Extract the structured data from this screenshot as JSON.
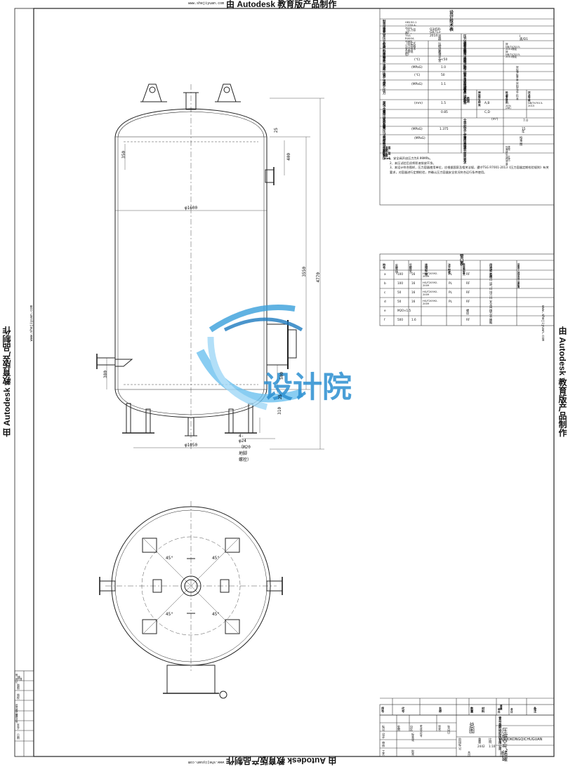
{
  "watermark": {
    "text": "由 Autodesk 教育版产品制作",
    "url": "www.shejiyuan.com"
  },
  "logo": {
    "text": "设计院"
  },
  "design_table": {
    "title": "设 计 技 术 表",
    "standard_label": "制造规范",
    "standard_value": "GB150.1～150.4-2011《压力容器》，TSG R0004-2009《固定式压力容器安全技术监察规程》",
    "material_label": "主要受压元件材料标准",
    "material_value": "Q345R-GB713-2014",
    "col_vessel": "容 器",
    "category_label": "压力容器类别",
    "category_value": "Ⅰ类/D1",
    "medium_label": "介质",
    "medium_value": "压缩空气",
    "welding_label": "焊条型号",
    "welding_value": "按NB/T47015-2011规定",
    "medium_char_label": "介质特性",
    "medium_char_value": "无毒无害",
    "weld_std_label": "焊接规程",
    "weld_std_value": "按NB/T47015-2011规定",
    "work_temp_label": "工作温度",
    "work_temp_unit": "(℃)",
    "work_temp_value": "<50",
    "weld_struct_label": "焊缝结构",
    "work_press_label": "工作压力",
    "work_press_unit": "(MPaG)",
    "work_press_value": "1.0",
    "butt_joint_label": "除注明外角焊缝腰高",
    "butt_joint_value": "按较薄板厚度",
    "design_temp_label": "设计温度",
    "design_temp_unit": "(℃)",
    "design_temp_value": "50",
    "flange_label": "管法兰与接管焊接标准",
    "flange_value": "按相应法兰标准",
    "design_press_label": "设计压力",
    "design_press_unit": "(MPaG)",
    "design_press_value": "1.1",
    "ndt_label": "无损检测",
    "ndt_joint_label": "焊接接头种类",
    "ndt_method_label": "检测方法",
    "ndt_ratio_label": "检测比例",
    "ndt_std_label": "技术等级",
    "corrosion_label": "腐蚀余量",
    "corrosion_unit": "(mm)",
    "corrosion_value": "1.5",
    "ndt_ab": "A,B",
    "ndt_ab_method": "RT-20%(AB)",
    "ndt_ab_std": "NB/T47013-2015",
    "joint_eff_label": "焊接接头系数",
    "joint_eff_value": "0.85",
    "ndt_cd": "C,D",
    "heat_label": "热处理",
    "volume_label": "全容积",
    "volume_unit": "(m³)",
    "volume_value": "7.0",
    "hydro_label": "水压试验压力",
    "hydro_unit": "(MPaG)",
    "hydro_value": "1.375",
    "life_label": "设计使用年限",
    "life_value": "15年",
    "air_test_label": "气密性试验压力",
    "air_test_unit": "(MPaG)",
    "insulation_label": "管口方位",
    "insulation_value": "按本图",
    "coating_label": "保温层厚度/防火层厚度(mm)",
    "coating2_label": "涂装面面要求",
    "coating2_value": "外表面除锈后，涂红丹底漆一道",
    "notes": [
      "注：1、安全阀开启压力为0.99MPa。",
      "2、本压试验后须将积液排放干净。",
      "3、本设计符合图样，压力容器使用单位，应根据国家及相关法规，遵守TSG R7001-2013《压力容器定期检验规则》有关要求，对容器进行定期检验，并确认压力容器安全状况符合运行条件使用。"
    ]
  },
  "nozzle_table": {
    "title": "管 口 表",
    "headers": [
      "符号",
      "公称尺寸",
      "公称压力",
      "连接标准",
      "法兰型式",
      "连接面型式",
      "用途或名称",
      "设备中心线至法兰面距离"
    ],
    "rows": [
      [
        "a",
        "100",
        "16",
        "HG/T20592-2009",
        "PL",
        "RF",
        "进气口",
        ""
      ],
      [
        "b",
        "100",
        "16",
        "HG/T20592-2009",
        "PL",
        "RF",
        "出气口",
        ""
      ],
      [
        "c",
        "50",
        "16",
        "HG/T20592-2009",
        "PL",
        "RF",
        "排污口",
        ""
      ],
      [
        "d",
        "50",
        "16",
        "HG/T20592-2009",
        "PL",
        "RF",
        "安全阀口",
        ""
      ],
      [
        "e",
        "M20×1.5",
        "",
        "",
        "",
        "螺纹",
        "压力表接口",
        ""
      ],
      [
        "f",
        "500",
        "1.6",
        "",
        "",
        "RF",
        "人孔",
        ""
      ]
    ]
  },
  "dimensions": {
    "dia_main": "φ1600",
    "dia_base": "φ1050",
    "h_total": "4770",
    "h_shell": "3550",
    "d_top": "400",
    "d_lug": "350",
    "d_side": "380",
    "d_bottom": "310",
    "d_legs": "4-φ24（M20地脚螺栓）",
    "d_25a": "25",
    "d_25b": "25",
    "d_500": "500",
    "a45": [
      "45°",
      "45°",
      "45°",
      "45°"
    ]
  },
  "title_block": {
    "hdr_no": "序号",
    "hdr_code": "代  号",
    "hdr_name": "名  称",
    "hdr_qty": "数量",
    "hdr_material": "材  料",
    "hdr_unit_wt": "单件",
    "hdr_total_wt": "总计",
    "hdr_weight": "重量",
    "hdr_remark": "备  注",
    "assembly": "总图",
    "company": "青岛泰朗特科技有限公司",
    "drawing_title": "压缩空气储罐",
    "drawing_pinyin": "YASUOKONGQICHUGUAN",
    "row_labels": [
      "标记",
      "处数",
      "分  区",
      "更改文件号",
      "签名",
      "年月日"
    ],
    "design": "设计",
    "review": "审核",
    "process": "工艺",
    "approve": "批准",
    "std": "标准化",
    "stage_label": "阶段标记",
    "weight_label": "重量",
    "scale_label": "比例",
    "weight_value": "2442",
    "scale_value": "1:10",
    "sheet_total": "共   页",
    "sheet_no": "第   页"
  },
  "sidebar": {
    "items": [
      "借（通）用件登记",
      "描  图",
      "描  校",
      "旧底图总号",
      "底图总号",
      "签  字",
      "日  期"
    ]
  }
}
